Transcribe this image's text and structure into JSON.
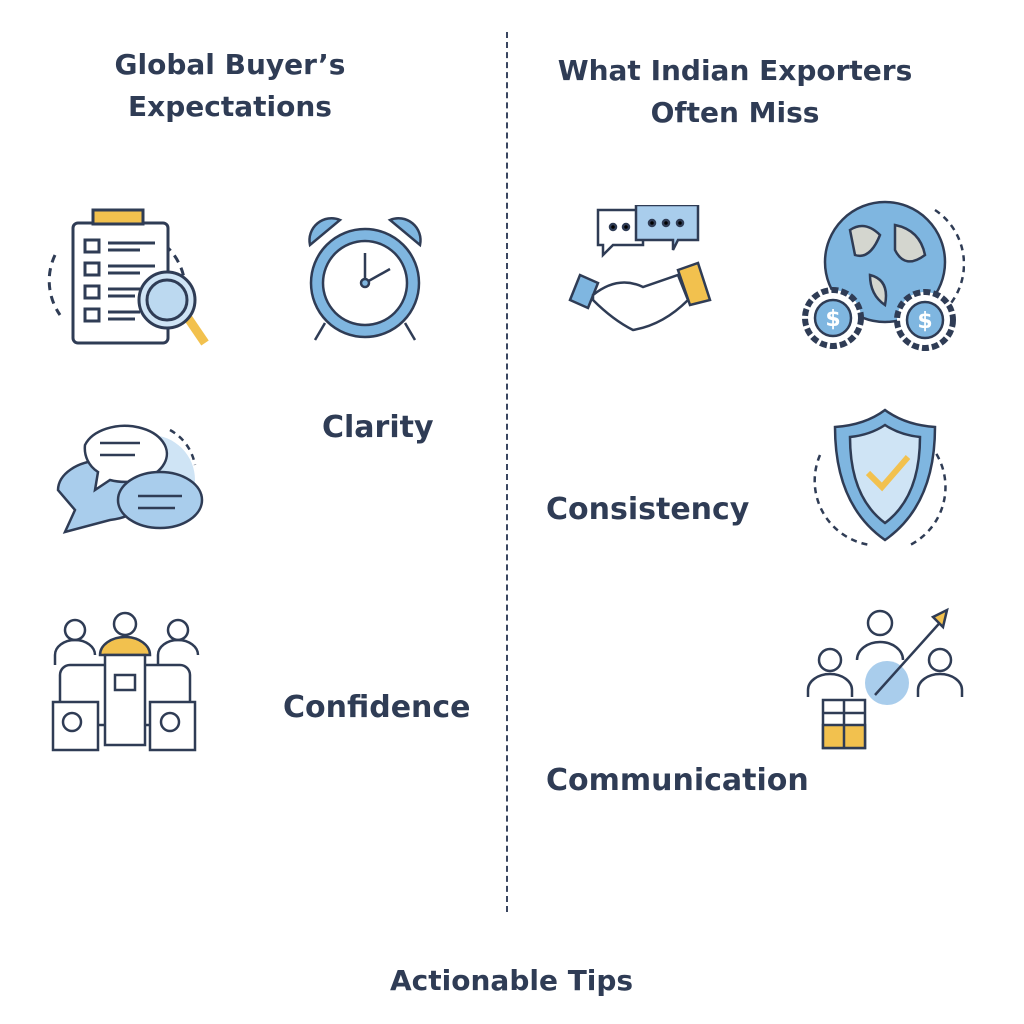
{
  "left_column": {
    "title_line1": "Global Buyer’s",
    "title_line2": "Expectations",
    "labels": [
      "Clarity",
      "Confidence"
    ]
  },
  "right_column": {
    "title_line1": "What Indian Exporters",
    "title_line2": "Often Miss",
    "labels": [
      "Consistency",
      "Communication"
    ]
  },
  "footer": {
    "label": "Actionable Tips"
  },
  "colors": {
    "text": "#2f3c55",
    "blue": "#7fb6e0",
    "light_blue": "#cfe4f5",
    "yellow": "#f2c14e",
    "outline": "#2f3c55"
  }
}
